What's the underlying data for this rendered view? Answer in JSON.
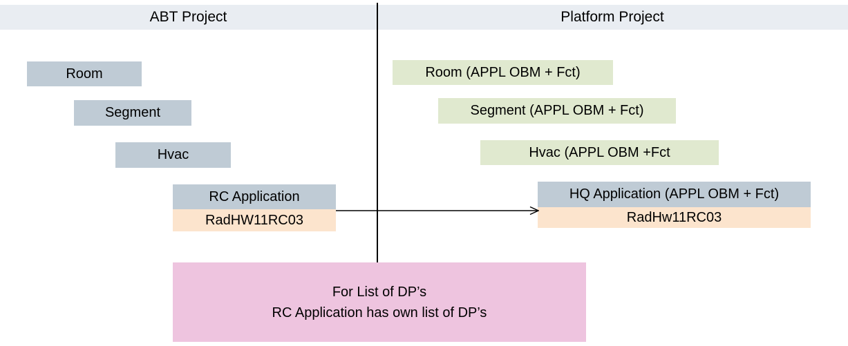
{
  "header": {
    "left_title": "ABT Project",
    "right_title": "Platform Project"
  },
  "colors": {
    "header_bg": "#e9edf2",
    "box_gray": "#bfcbd5",
    "box_green": "#e0e9cf",
    "box_orange": "#fce4cd",
    "note_pink": "#eec4df",
    "line": "#000000"
  },
  "abt": {
    "room": "Room",
    "segment": "Segment",
    "hvac": "Hvac",
    "rc_application": "RC Application",
    "rad_hw": "RadHW11RC03"
  },
  "platform": {
    "room": "Room (APPL OBM + Fct)",
    "segment": "Segment (APPL OBM + Fct)",
    "hvac": "Hvac (APPL OBM +Fct",
    "hq_application": "HQ Application (APPL OBM + Fct)",
    "rad_hw": "RadHw11RC03"
  },
  "note": {
    "line1": "For List of DP’s",
    "line2": "RC Application has own list of DP’s"
  }
}
